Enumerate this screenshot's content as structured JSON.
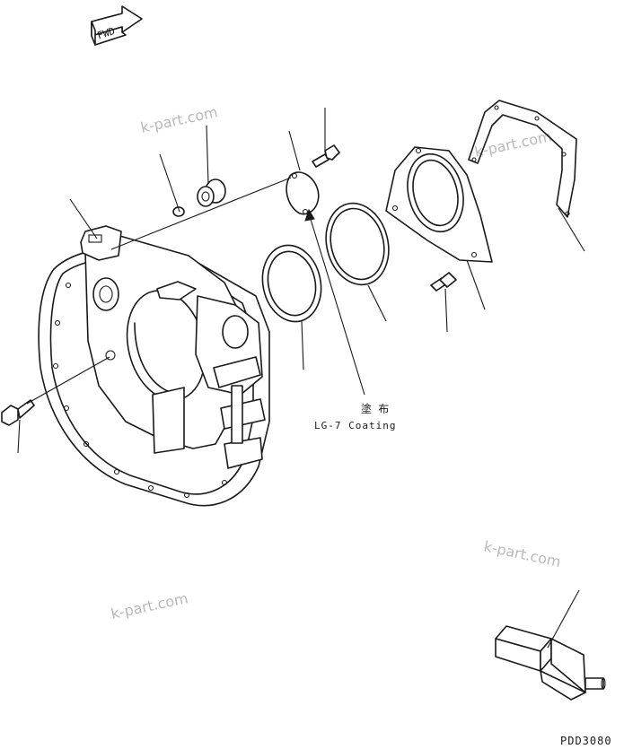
{
  "direction_arrow": {
    "text": "FWD"
  },
  "annotation": {
    "jp": "塗 布",
    "en": "LG-7 Coating"
  },
  "figure_code": "PDD3080",
  "watermarks": [
    "k-part.com",
    "k-part.com",
    "k-part.com",
    "k-part.com"
  ]
}
